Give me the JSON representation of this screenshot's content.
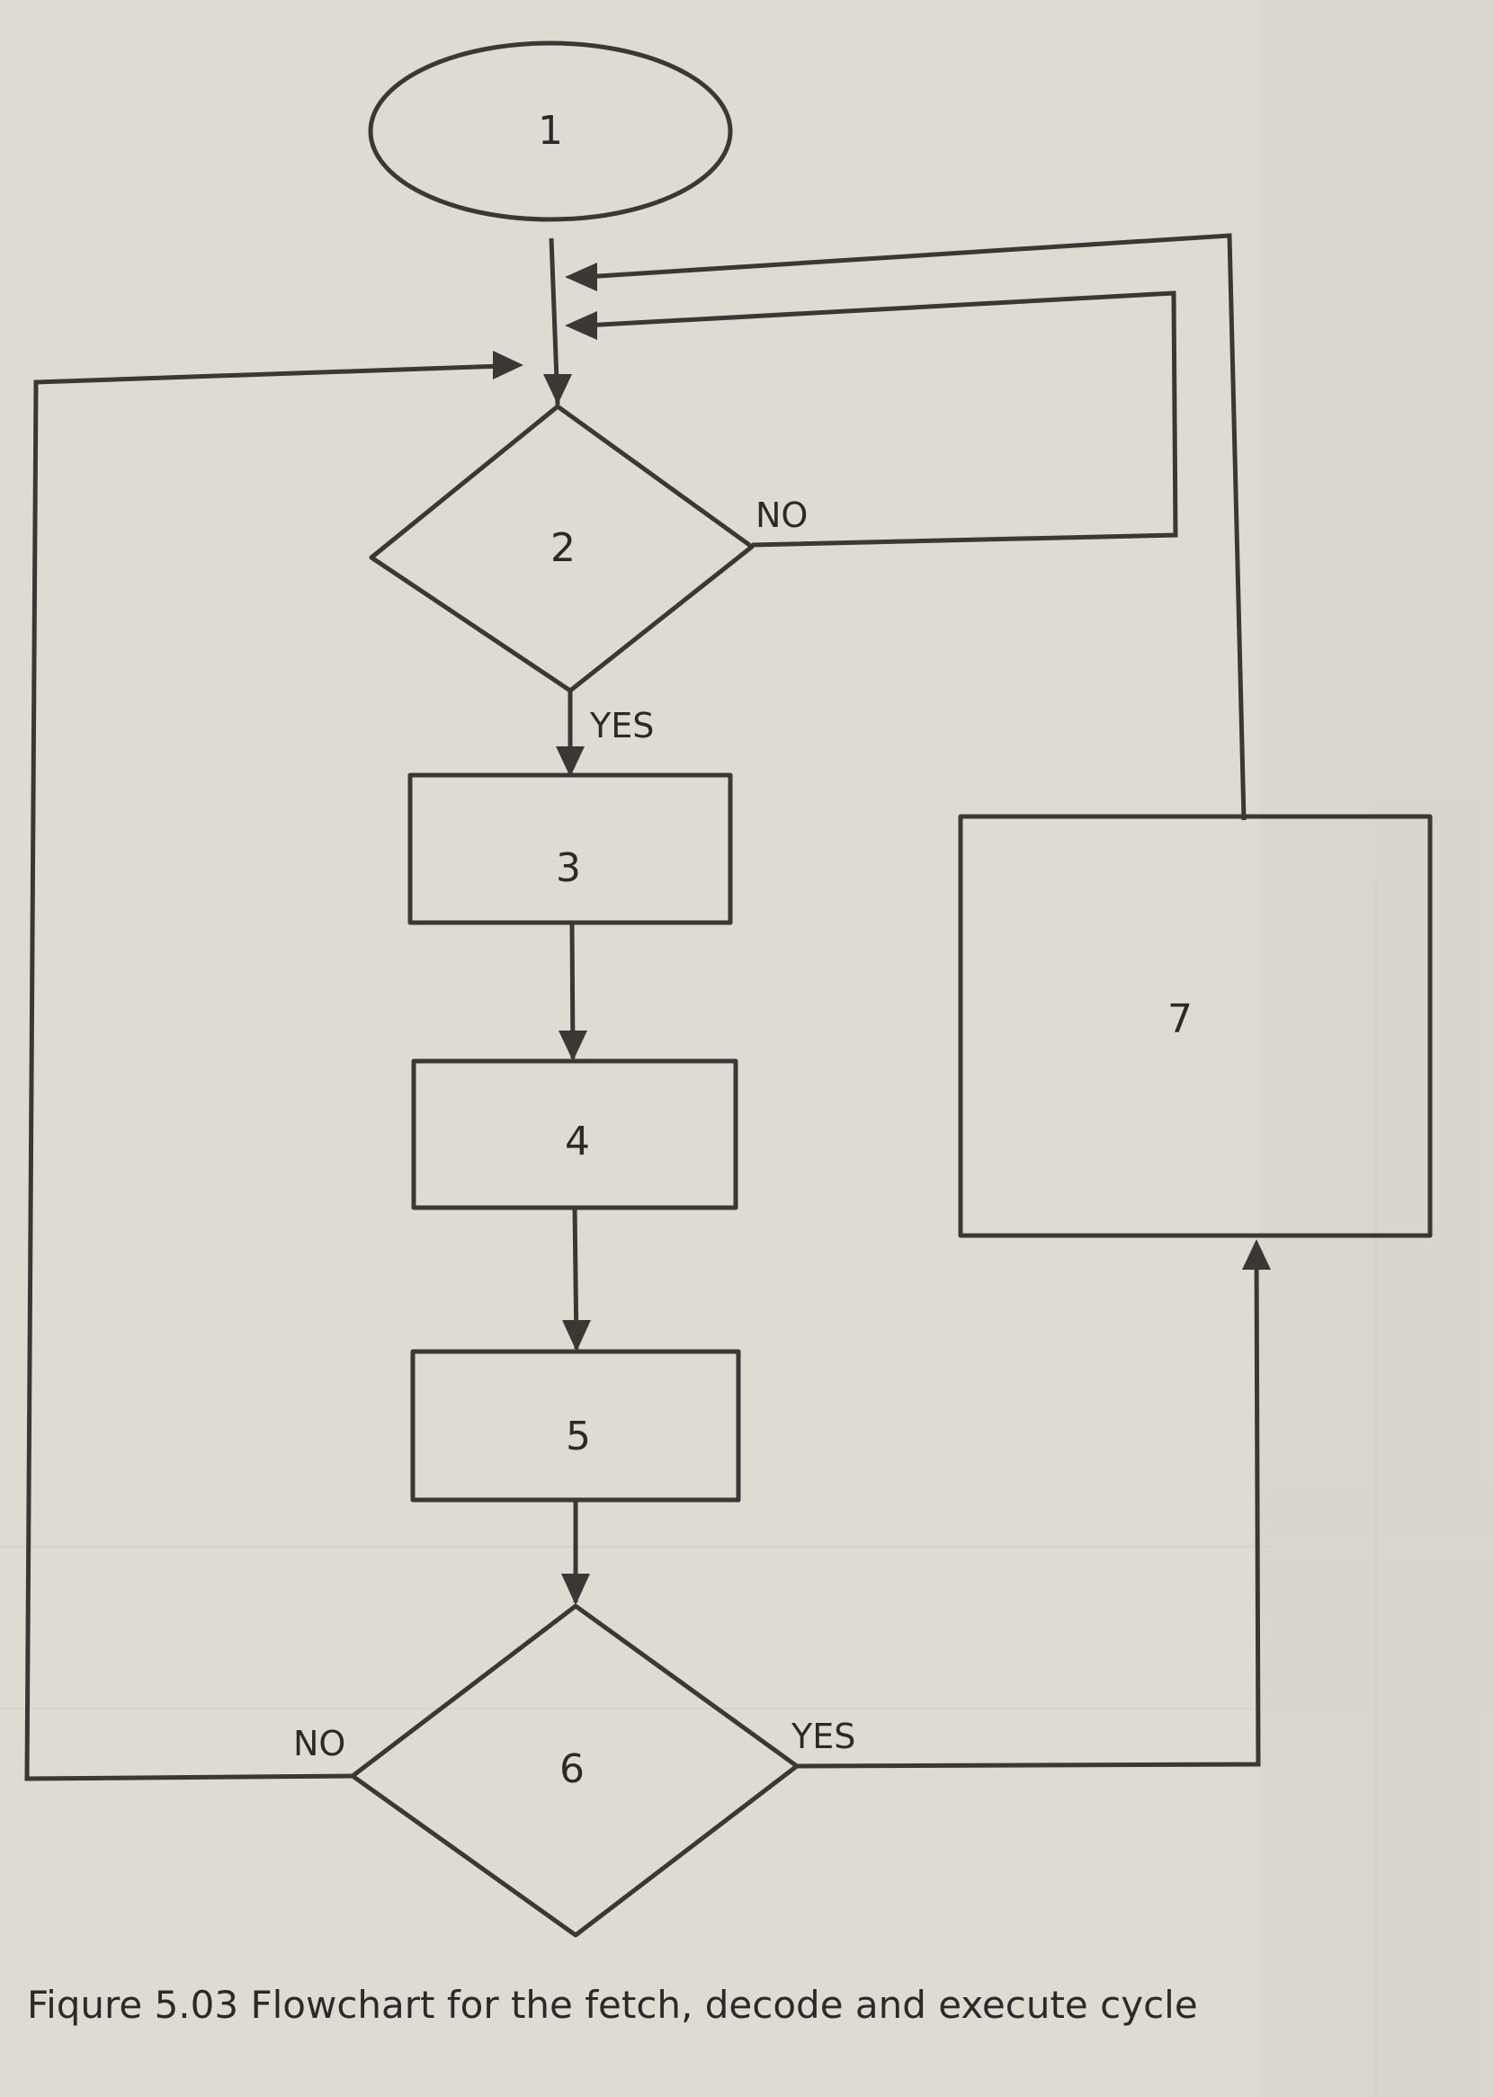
{
  "diagram": {
    "nodes": [
      {
        "id": "n1",
        "shape": "ellipse",
        "label": "1"
      },
      {
        "id": "n2",
        "shape": "diamond",
        "label": "2"
      },
      {
        "id": "n3",
        "shape": "rect",
        "label": "3"
      },
      {
        "id": "n4",
        "shape": "rect",
        "label": "4"
      },
      {
        "id": "n5",
        "shape": "rect",
        "label": "5"
      },
      {
        "id": "n6",
        "shape": "diamond",
        "label": "6"
      },
      {
        "id": "n7",
        "shape": "rect",
        "label": "7"
      }
    ],
    "edges": [
      {
        "from": "n1",
        "to": "n2",
        "label": ""
      },
      {
        "from": "n2",
        "to": "n2",
        "label": "NO"
      },
      {
        "from": "n2",
        "to": "n3",
        "label": "YES"
      },
      {
        "from": "n3",
        "to": "n4",
        "label": ""
      },
      {
        "from": "n4",
        "to": "n5",
        "label": ""
      },
      {
        "from": "n5",
        "to": "n6",
        "label": ""
      },
      {
        "from": "n6",
        "to": "n2",
        "label": "NO"
      },
      {
        "from": "n6",
        "to": "n7",
        "label": "YES"
      },
      {
        "from": "n7",
        "to": "n2",
        "label": ""
      }
    ],
    "branch_labels": {
      "n2_no": "NO",
      "n2_yes": "YES",
      "n6_no": "NO",
      "n6_yes": "YES"
    }
  },
  "caption": "Fiqure 5.03 Flowchart for the fetch, decode and execute cycle",
  "colors": {
    "paper": "#dedbd2",
    "ink": "#3a3835"
  }
}
